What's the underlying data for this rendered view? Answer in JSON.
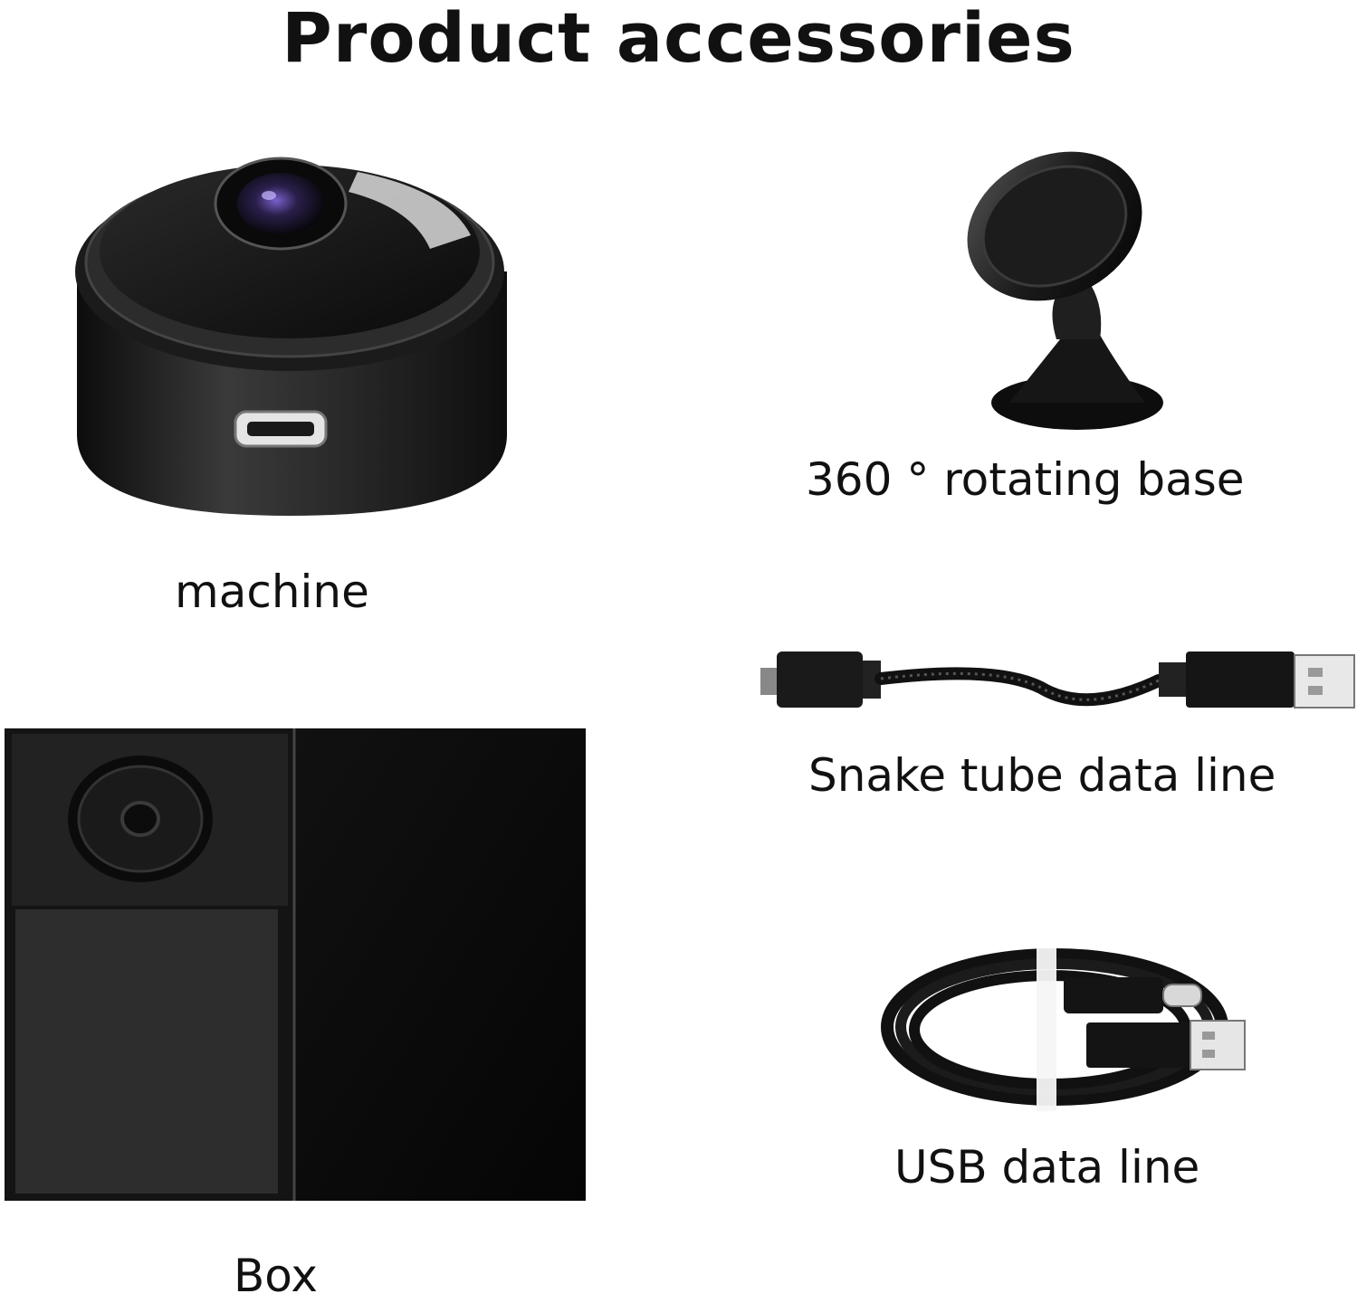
{
  "page": {
    "title": "Product accessories"
  },
  "items": [
    {
      "label": "machine"
    },
    {
      "label": "360 ° rotating base"
    },
    {
      "label": "Snake tube data line"
    },
    {
      "label": "Box"
    },
    {
      "label": "USB data line"
    }
  ],
  "colors": {
    "background": "#ffffff",
    "text": "#111111",
    "product_black": "#1a1a1a"
  }
}
